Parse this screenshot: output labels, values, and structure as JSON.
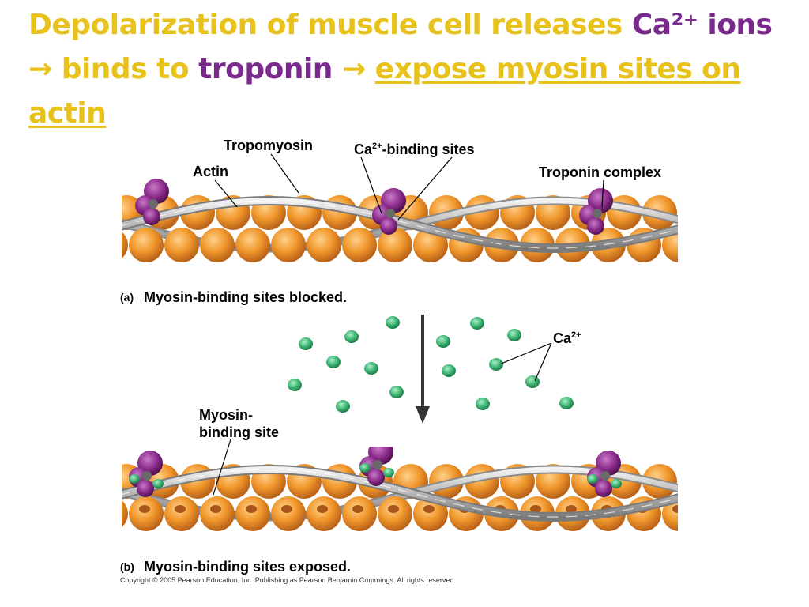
{
  "title": {
    "part1": "Depolarization of muscle cell releases ",
    "ca": "Ca²⁺ ions",
    "arrow1": "→ binds to ",
    "troponin": "troponin",
    "arrow2": " → ",
    "expose": "expose myosin sites on actin"
  },
  "panel_a": {
    "labels": {
      "tropomyosin": "Tropomyosin",
      "actin": "Actin",
      "ca_binding_base": "Ca",
      "ca_binding_sup": "2+",
      "ca_binding_rest": "-binding sites",
      "troponin_complex": "Troponin complex"
    },
    "caption_tag": "(a)",
    "caption": "Myosin-binding sites blocked."
  },
  "middle": {
    "ca_label_base": "Ca",
    "ca_label_sup": "2+"
  },
  "panel_b": {
    "labels": {
      "myosin_binding_line1": "Myosin-",
      "myosin_binding_line2": "binding site"
    },
    "caption_tag": "(b)",
    "caption": "Myosin-binding sites exposed."
  },
  "copyright": "Copyright © 2005 Pearson Education, Inc. Publishing as Pearson Benjamin Cummings. All rights reserved.",
  "colors": {
    "title_gold": "#e8c21a",
    "title_purple": "#7a2a8c",
    "actin_orange": "#f0962a",
    "troponin_purple": "#8a2a8a",
    "calcium_green": "#3cb371",
    "tropomyosin_gray": "#b8b8b8"
  }
}
